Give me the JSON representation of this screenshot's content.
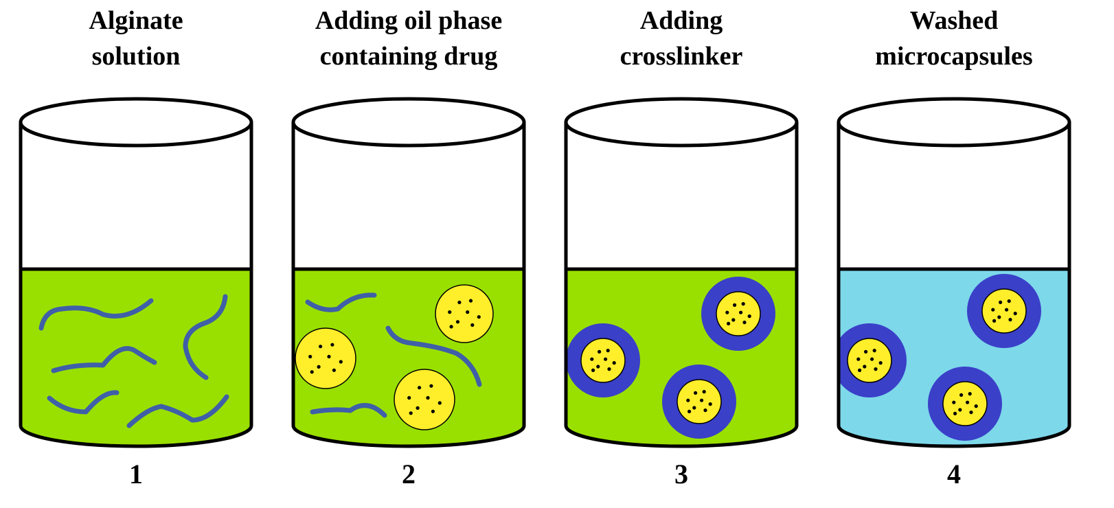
{
  "steps": [
    {
      "number": "1",
      "title_lines": [
        "Alginate",
        "solution"
      ],
      "liquid_color": "#99e000",
      "contents": "alginate-fibers"
    },
    {
      "number": "2",
      "title_lines": [
        "Adding oil phase",
        "containing drug"
      ],
      "liquid_color": "#99e000",
      "contents": "fibers-and-oil-droplets"
    },
    {
      "number": "3",
      "title_lines": [
        "Adding",
        "crosslinker"
      ],
      "liquid_color": "#99e000",
      "contents": "microcapsules"
    },
    {
      "number": "4",
      "title_lines": [
        "Washed",
        "microcapsules"
      ],
      "liquid_color": "#7dd8ea",
      "contents": "microcapsules"
    }
  ],
  "colors": {
    "fiber": "#3f5fa8",
    "oil_droplet": "#ffee2a",
    "capsule_shell": "#3a40c8",
    "drug_dot": "#000000",
    "outline": "#000000"
  }
}
